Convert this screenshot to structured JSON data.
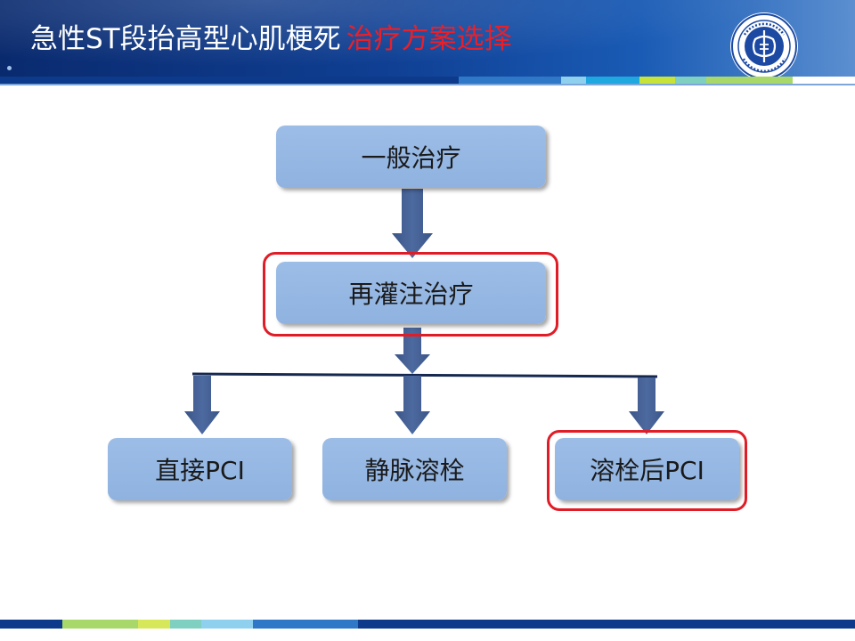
{
  "header": {
    "title_main": "急性ST段抬高型心肌梗死",
    "title_highlight": "治疗方案选择"
  },
  "colors": {
    "header_bg": "#0f3f93",
    "box_fill": "#93b5e2",
    "arrow": "#3f5a8c",
    "highlight": "#e01d27",
    "title_highlight": "#e8202a"
  },
  "diagram": {
    "nodes": [
      {
        "id": "general",
        "label": "一般治疗",
        "highlighted": false
      },
      {
        "id": "reperfusion",
        "label": "再灌注治疗",
        "highlighted": true
      },
      {
        "id": "direct_pci",
        "label": "直接PCI",
        "highlighted": false
      },
      {
        "id": "iv_thrombolysis",
        "label": "静脉溶栓",
        "highlighted": false
      },
      {
        "id": "post_thrombolysis_pci",
        "label": "溶栓后PCI",
        "highlighted": true
      }
    ],
    "edges": [
      {
        "from": "general",
        "to": "reperfusion"
      },
      {
        "from": "reperfusion",
        "to": "direct_pci"
      },
      {
        "from": "reperfusion",
        "to": "iv_thrombolysis"
      },
      {
        "from": "reperfusion",
        "to": "post_thrombolysis_pci"
      }
    ]
  }
}
